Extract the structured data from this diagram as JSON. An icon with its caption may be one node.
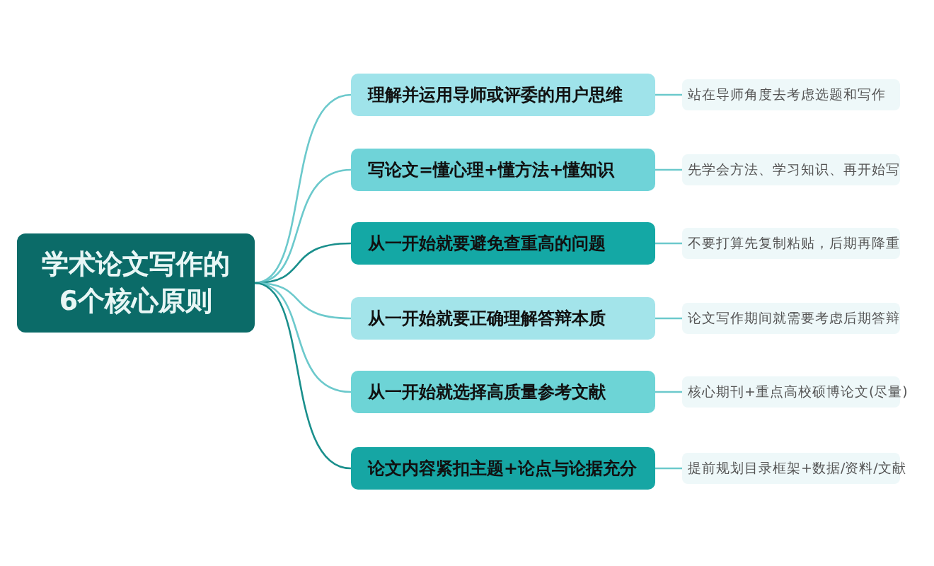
{
  "diagram": {
    "nodes": [
      {
        "text": [
          "学术论文写作的6个核心原则"
        ]
      },
      {
        "text": [
          "理解并运用导师或评委的用户思维"
        ]
      },
      {
        "text": [
          "写论文=懂心理+懂方法+懂知识"
        ]
      },
      {
        "text": [
          "从一开始就要避免查重高的问题"
        ]
      },
      {
        "text": [
          "从一开始就要正确理解答辩本质"
        ]
      },
      {
        "text": [
          "从一开始就选择高质量参考文献"
        ]
      },
      {
        "text": [
          "论文内容紧扣主题+论点与论据充分"
        ]
      },
      {
        "text": [
          "站在导师角度去考虑选题和写作"
        ]
      },
      {
        "text": [
          "先学会方法、学习知识、再开始写"
        ]
      },
      {
        "text": [
          "不要打算先复制粘贴，后期再降重"
        ]
      },
      {
        "text": [
          "论文写作期间就需要考虑后期答辩"
        ]
      },
      {
        "text": [
          "核心期刊+重点高校硕博论文(尽量)"
        ]
      },
      {
        "text": [
          "提前规划目录框架+数据/资料/文献"
        ]
      }
    ],
    "edges": [
      {
        "from": 0,
        "to": 1,
        "arrow": "none"
      },
      {
        "from": 0,
        "to": 2,
        "arrow": "none"
      },
      {
        "from": 0,
        "to": 3,
        "arrow": "none"
      },
      {
        "from": 0,
        "to": 4,
        "arrow": "none"
      },
      {
        "from": 0,
        "to": 5,
        "arrow": "none"
      },
      {
        "from": 0,
        "to": 6,
        "arrow": "none"
      },
      {
        "from": 1,
        "to": 7,
        "arrow": "none"
      },
      {
        "from": 2,
        "to": 8,
        "arrow": "none"
      },
      {
        "from": 3,
        "to": 9,
        "arrow": "none"
      },
      {
        "from": 4,
        "to": 10,
        "arrow": "none"
      },
      {
        "from": 5,
        "to": 11,
        "arrow": "none"
      },
      {
        "from": 6,
        "to": 12,
        "arrow": "none"
      }
    ]
  }
}
